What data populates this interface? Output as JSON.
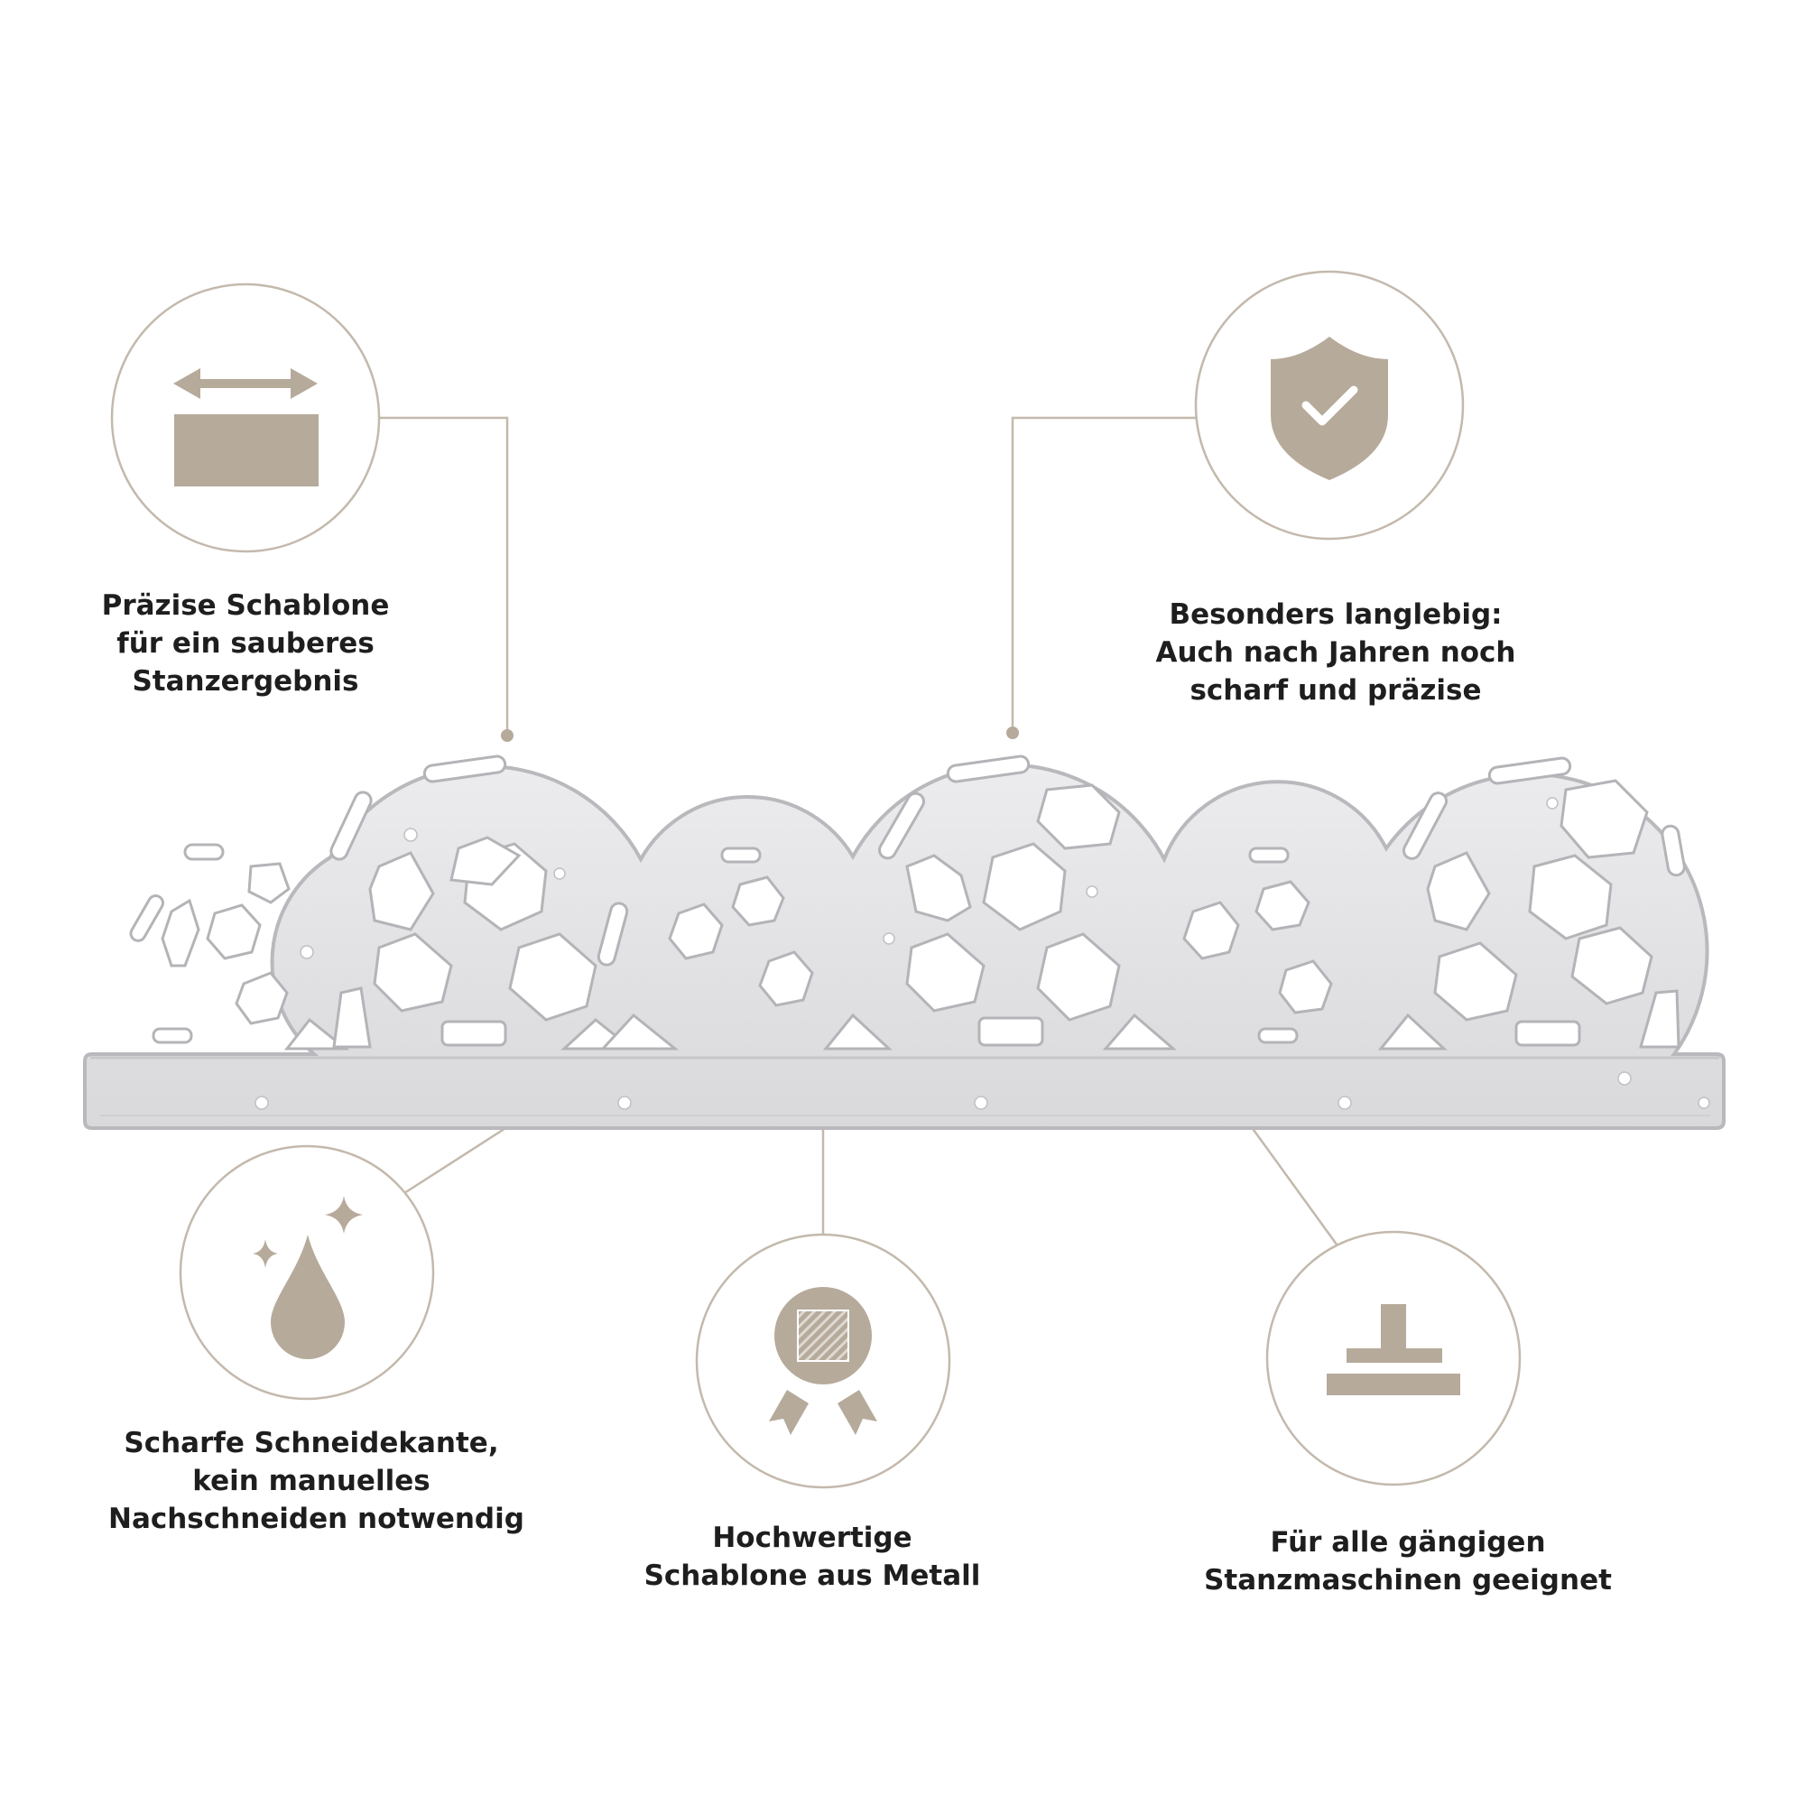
{
  "colors": {
    "accent": "#b6aa9b",
    "circle_stroke": "#c3b9ac",
    "text": "#1e1e1e",
    "background": "#ffffff",
    "metal_light": "#e9e9eb",
    "metal_dark": "#b9b9bd"
  },
  "features": {
    "precise": {
      "icon": "width-arrow-icon",
      "lines": [
        "Präzise Schablone",
        "für ein sauberes",
        "Stanzergebnis"
      ]
    },
    "durable": {
      "icon": "shield-check-icon",
      "lines": [
        "Besonders langlebig:",
        "Auch nach Jahren noch",
        "scharf und präzise"
      ]
    },
    "sharp": {
      "icon": "drop-sparkle-icon",
      "lines": [
        "Scharfe Schneidekante,",
        "kein manuelles",
        "Nachschneiden notwendig"
      ]
    },
    "metal": {
      "icon": "medal-badge-icon",
      "lines": [
        "Hochwertige",
        "Schablone aus Metall"
      ]
    },
    "machines": {
      "icon": "die-press-icon",
      "lines": [
        "Für alle gängigen",
        "Stanzmaschinen geeignet"
      ]
    }
  }
}
